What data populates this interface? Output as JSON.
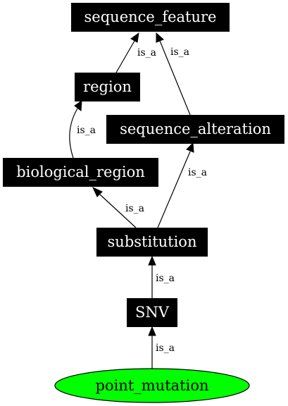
{
  "colors": {
    "box_fill": "#000000",
    "box_text": "#ffffff",
    "ellipse_fill": "#00ff00",
    "ellipse_text": "#000000",
    "edge": "#000000"
  },
  "nodes": {
    "sequence_feature": "sequence_feature",
    "region": "region",
    "sequence_alteration": "sequence_alteration",
    "biological_region": "biological_region",
    "substitution": "substitution",
    "snv": "SNV",
    "point_mutation": "point_mutation"
  },
  "edges": {
    "region_to_sequence_feature": "is_a",
    "sequence_alteration_to_sequence_feature": "is_a",
    "biological_region_to_region": "is_a",
    "substitution_to_sequence_alteration": "is_a",
    "substitution_to_biological_region": "is_a",
    "snv_to_substitution": "is_a",
    "point_mutation_to_snv": "is_a"
  }
}
